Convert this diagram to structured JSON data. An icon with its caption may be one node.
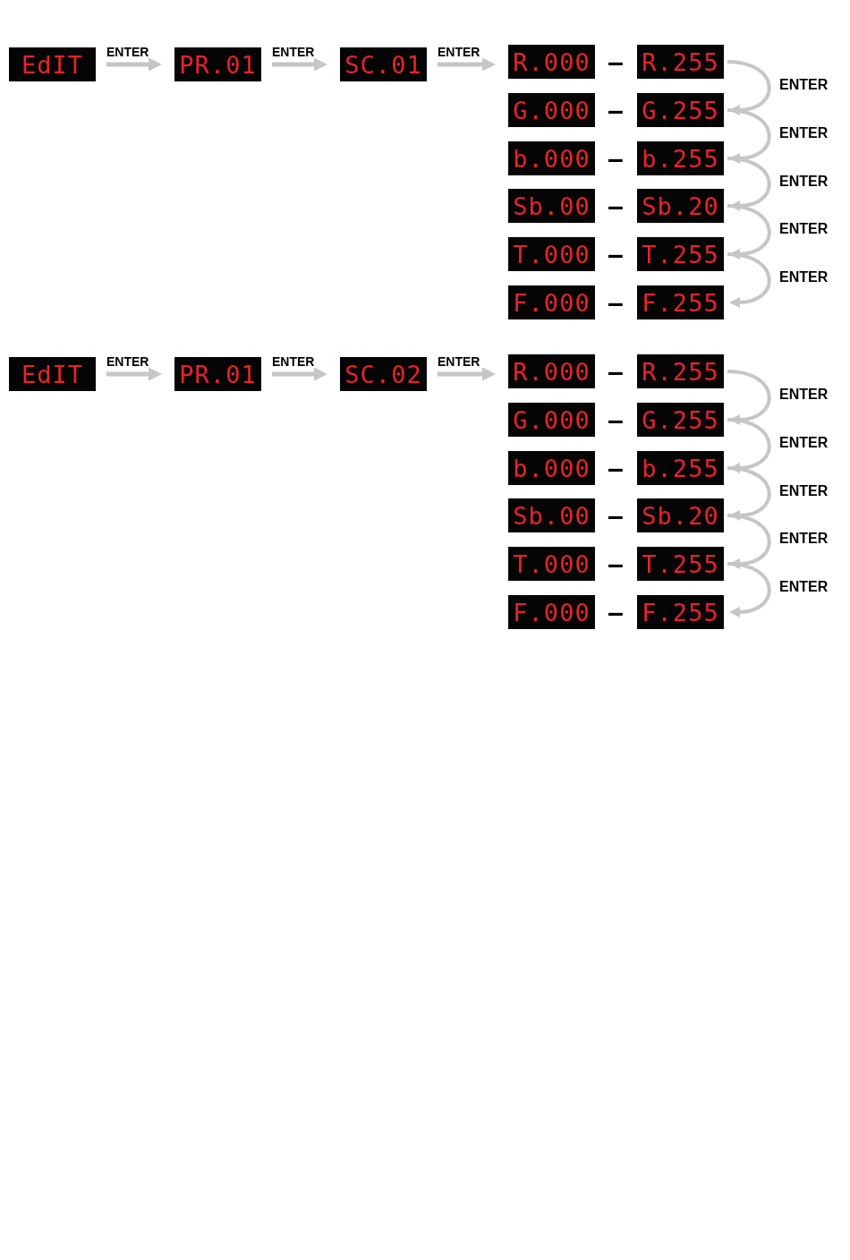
{
  "diagram": {
    "nodes": [
      {
        "text": [
          "EdIT"
        ]
      },
      {
        "text": [
          "PR.01"
        ]
      },
      {
        "text": [
          "SC.01"
        ]
      },
      {
        "text": [
          "R.000"
        ]
      },
      {
        "text": [
          "R.255"
        ]
      },
      {
        "text": [
          "G.000"
        ]
      },
      {
        "text": [
          "G.255"
        ]
      },
      {
        "text": [
          "b.000"
        ]
      },
      {
        "text": [
          "b.255"
        ]
      },
      {
        "text": [
          "Sb.00"
        ]
      },
      {
        "text": [
          "Sb.20"
        ]
      },
      {
        "text": [
          "T.000"
        ]
      },
      {
        "text": [
          "T.255"
        ]
      },
      {
        "text": [
          "F.000"
        ]
      },
      {
        "text": [
          "F.255"
        ]
      },
      {
        "text": [
          "EdIT"
        ]
      },
      {
        "text": [
          "PR.01"
        ]
      },
      {
        "text": [
          "SC.02"
        ]
      },
      {
        "text": [
          "R.000"
        ]
      },
      {
        "text": [
          "R.255"
        ]
      },
      {
        "text": [
          "G.000"
        ]
      },
      {
        "text": [
          "G.255"
        ]
      },
      {
        "text": [
          "b.000"
        ]
      },
      {
        "text": [
          "b.255"
        ]
      },
      {
        "text": [
          "Sb.00"
        ]
      },
      {
        "text": [
          "Sb.20"
        ]
      },
      {
        "text": [
          "T.000"
        ]
      },
      {
        "text": [
          "T.255"
        ]
      },
      {
        "text": [
          "F.000"
        ]
      },
      {
        "text": [
          "F.255"
        ]
      }
    ],
    "edges": [
      {
        "from": 0,
        "to": 1,
        "arrow": "to",
        "label": "ENTER"
      },
      {
        "from": 1,
        "to": 2,
        "arrow": "to",
        "label": "ENTER"
      },
      {
        "from": 2,
        "to": 3,
        "arrow": "to",
        "label": "ENTER"
      },
      {
        "from": 4,
        "to": 6,
        "arrow": "to",
        "label": "ENTER"
      },
      {
        "from": 6,
        "to": 8,
        "arrow": "to",
        "label": "ENTER"
      },
      {
        "from": 8,
        "to": 10,
        "arrow": "to",
        "label": "ENTER"
      },
      {
        "from": 10,
        "to": 12,
        "arrow": "to",
        "label": "ENTER"
      },
      {
        "from": 12,
        "to": 14,
        "arrow": "to",
        "label": "ENTER"
      },
      {
        "from": 15,
        "to": 16,
        "arrow": "to",
        "label": "ENTER"
      },
      {
        "from": 16,
        "to": 17,
        "arrow": "to",
        "label": "ENTER"
      },
      {
        "from": 17,
        "to": 18,
        "arrow": "to",
        "label": "ENTER"
      },
      {
        "from": 19,
        "to": 21,
        "arrow": "to",
        "label": "ENTER"
      },
      {
        "from": 21,
        "to": 23,
        "arrow": "to",
        "label": "ENTER"
      },
      {
        "from": 23,
        "to": 25,
        "arrow": "to",
        "label": "ENTER"
      },
      {
        "from": 25,
        "to": 27,
        "arrow": "to",
        "label": "ENTER"
      },
      {
        "from": 27,
        "to": 29,
        "arrow": "to",
        "label": "ENTER"
      }
    ],
    "labels": [
      "–",
      "–",
      "–",
      "–",
      "–",
      "–",
      "–",
      "–",
      "–",
      "–",
      "–",
      "–"
    ]
  }
}
